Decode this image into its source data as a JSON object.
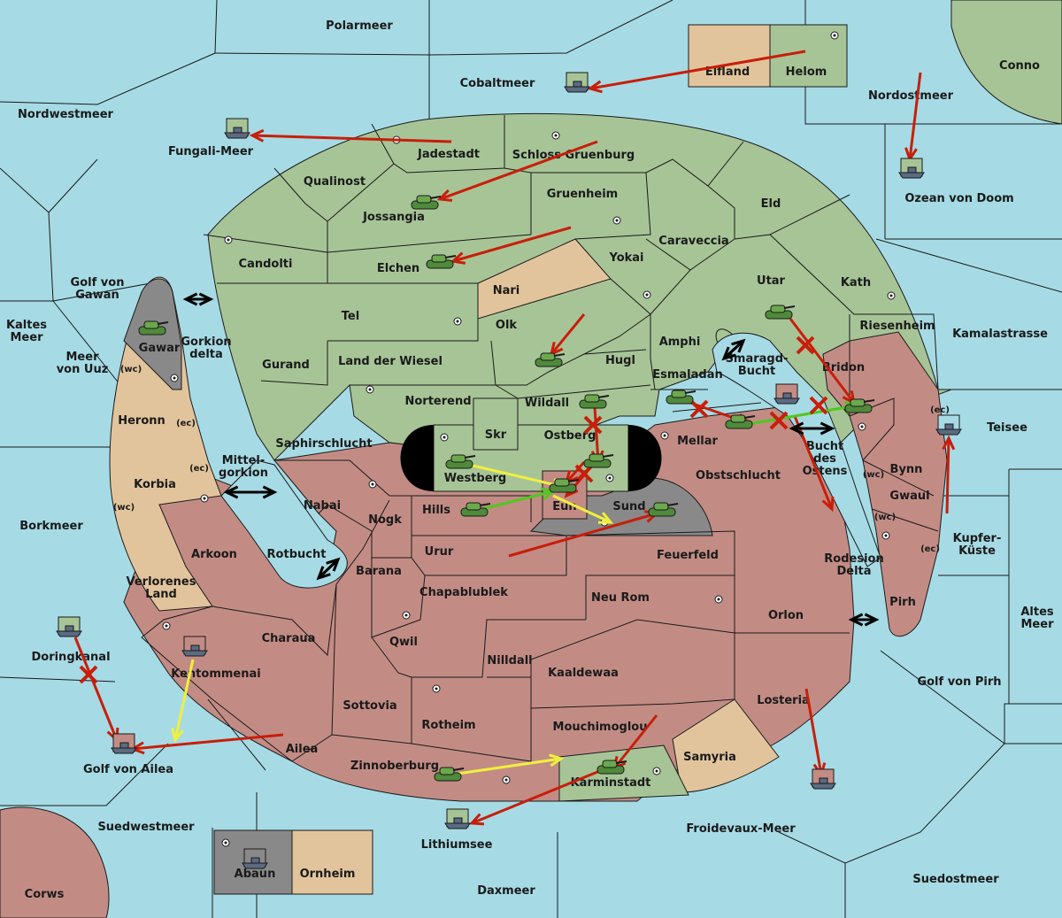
{
  "colors": {
    "sea": "#a6dbe5",
    "green_power": "#a7c497",
    "red_power": "#c28c85",
    "neutral": "#e2c49c",
    "grey_power": "#898989",
    "border": "#1a1a1a",
    "supply_center": "#ffffff",
    "order_move": "#c81e0a",
    "order_support": "#f0f03c",
    "order_convoy": "#50c81e"
  },
  "unit_types": {
    "army": "tank-icon",
    "fleet": "ship-icon"
  },
  "seas": [
    {
      "id": "polarmeer",
      "name": "Polarmeer"
    },
    {
      "id": "cobaltmeer",
      "name": "Cobaltmeer"
    },
    {
      "id": "nordwestmeer",
      "name": "Nordwestmeer"
    },
    {
      "id": "fungali",
      "name": "Fungali-Meer"
    },
    {
      "id": "conno",
      "name": "Conno"
    },
    {
      "id": "nordostmeer",
      "name": "Nordostmeer"
    },
    {
      "id": "ozean",
      "name": "Ozean von Doom"
    },
    {
      "id": "golf-gawan-1",
      "name": "Golf von"
    },
    {
      "id": "golf-gawan-2",
      "name": "Gawan"
    },
    {
      "id": "kaltes-1",
      "name": "Kaltes"
    },
    {
      "id": "kaltes-2",
      "name": "Meer"
    },
    {
      "id": "uuz-1",
      "name": "Meer"
    },
    {
      "id": "uuz-2",
      "name": "von Uuz"
    },
    {
      "id": "gorkion-1",
      "name": "Gorkion"
    },
    {
      "id": "gorkion-2",
      "name": "delta"
    },
    {
      "id": "mittel-1",
      "name": "Mittel-"
    },
    {
      "id": "mittel-2",
      "name": "gorkion"
    },
    {
      "id": "borkmeer",
      "name": "Borkmeer"
    },
    {
      "id": "rotbucht",
      "name": "Rotbucht"
    },
    {
      "id": "doringkanal",
      "name": "Doringkanal"
    },
    {
      "id": "golf-ailea",
      "name": "Golf von Ailea"
    },
    {
      "id": "suedwestmeer",
      "name": "Suedwestmeer"
    },
    {
      "id": "lithiumsee",
      "name": "Lithiumsee"
    },
    {
      "id": "daxmeer",
      "name": "Daxmeer"
    },
    {
      "id": "froidevaux",
      "name": "Froidevaux-Meer"
    },
    {
      "id": "suedostmeer",
      "name": "Suedostmeer"
    },
    {
      "id": "kamalastrasse",
      "name": "Kamalastrasse"
    },
    {
      "id": "teisee",
      "name": "Teisee"
    },
    {
      "id": "kupfer-1",
      "name": "Kupfer-"
    },
    {
      "id": "kupfer-2",
      "name": "Küste"
    },
    {
      "id": "altes-1",
      "name": "Altes"
    },
    {
      "id": "altes-2",
      "name": "Meer"
    },
    {
      "id": "golf-pirh",
      "name": "Golf von Pirh"
    },
    {
      "id": "rodesion-1",
      "name": "Rodesion"
    },
    {
      "id": "rodesion-2",
      "name": "Delta"
    },
    {
      "id": "smaragd-1",
      "name": "Smaragd-"
    },
    {
      "id": "smaragd-2",
      "name": "Bucht"
    },
    {
      "id": "bucht-1",
      "name": "Bucht"
    },
    {
      "id": "bucht-2",
      "name": "des"
    },
    {
      "id": "bucht-3",
      "name": "Ostens"
    }
  ],
  "territories": [
    {
      "id": "elfland",
      "name": "Elfland"
    },
    {
      "id": "helom",
      "name": "Helom"
    },
    {
      "id": "jadestadt",
      "name": "Jadestadt"
    },
    {
      "id": "schloss",
      "name": "Schloss Gruenburg"
    },
    {
      "id": "qualinost",
      "name": "Qualinost"
    },
    {
      "id": "jossangia",
      "name": "Jossangia"
    },
    {
      "id": "gruenheim",
      "name": "Gruenheim"
    },
    {
      "id": "eld",
      "name": "Eld"
    },
    {
      "id": "caraveccia",
      "name": "Caraveccia"
    },
    {
      "id": "candolti",
      "name": "Candolti"
    },
    {
      "id": "elchen",
      "name": "Elchen"
    },
    {
      "id": "yokai",
      "name": "Yokai"
    },
    {
      "id": "nari",
      "name": "Nari"
    },
    {
      "id": "utar",
      "name": "Utar"
    },
    {
      "id": "kath",
      "name": "Kath"
    },
    {
      "id": "tel",
      "name": "Tel"
    },
    {
      "id": "olk",
      "name": "Olk"
    },
    {
      "id": "riesenheim",
      "name": "Riesenheim"
    },
    {
      "id": "gawar",
      "name": "Gawar"
    },
    {
      "id": "amphi",
      "name": "Amphi"
    },
    {
      "id": "gurand",
      "name": "Gurand"
    },
    {
      "id": "wiesel",
      "name": "Land der Wiesel"
    },
    {
      "id": "hugl",
      "name": "Hugl"
    },
    {
      "id": "bridon",
      "name": "Bridon"
    },
    {
      "id": "esmaladan",
      "name": "Esmaladan"
    },
    {
      "id": "heronn",
      "name": "Heronn"
    },
    {
      "id": "norterend",
      "name": "Norterend"
    },
    {
      "id": "wildall",
      "name": "Wildall"
    },
    {
      "id": "skr",
      "name": "Skr"
    },
    {
      "id": "ostberg",
      "name": "Ostberg"
    },
    {
      "id": "mellar",
      "name": "Mellar"
    },
    {
      "id": "saphir",
      "name": "Saphirschlucht"
    },
    {
      "id": "westberg",
      "name": "Westberg"
    },
    {
      "id": "obstschlucht",
      "name": "Obstschlucht"
    },
    {
      "id": "korbia",
      "name": "Korbia"
    },
    {
      "id": "bynn",
      "name": "Bynn"
    },
    {
      "id": "nabai",
      "name": "Nabai"
    },
    {
      "id": "hills",
      "name": "Hills"
    },
    {
      "id": "eun",
      "name": "Eun"
    },
    {
      "id": "sund",
      "name": "Sund"
    },
    {
      "id": "gwaul",
      "name": "Gwaul"
    },
    {
      "id": "nogk",
      "name": "Nogk"
    },
    {
      "id": "arkoon",
      "name": "Arkoon"
    },
    {
      "id": "urur",
      "name": "Urur"
    },
    {
      "id": "feuerfeld",
      "name": "Feuerfeld"
    },
    {
      "id": "barana",
      "name": "Barana"
    },
    {
      "id": "verlorenes-1",
      "name": "Verlorenes"
    },
    {
      "id": "verlorenes-2",
      "name": "Land"
    },
    {
      "id": "chapab",
      "name": "Chapablublek"
    },
    {
      "id": "neurom",
      "name": "Neu Rom"
    },
    {
      "id": "pirh",
      "name": "Pirh"
    },
    {
      "id": "orlon",
      "name": "Orlon"
    },
    {
      "id": "charaua",
      "name": "Charaua"
    },
    {
      "id": "qwil",
      "name": "Qwil"
    },
    {
      "id": "nilldall",
      "name": "Nilldall"
    },
    {
      "id": "kentommenai",
      "name": "Kentommenai"
    },
    {
      "id": "kaaldewaa",
      "name": "Kaaldewaa"
    },
    {
      "id": "losteria",
      "name": "Losteria"
    },
    {
      "id": "sottovia",
      "name": "Sottovia"
    },
    {
      "id": "rotheim",
      "name": "Rotheim"
    },
    {
      "id": "mouchi",
      "name": "Mouchimoglou"
    },
    {
      "id": "ailea",
      "name": "Ailea"
    },
    {
      "id": "samyria",
      "name": "Samyria"
    },
    {
      "id": "zinnober",
      "name": "Zinnoberburg"
    },
    {
      "id": "karmin",
      "name": "Karminstadt"
    },
    {
      "id": "abaun",
      "name": "Abaun"
    },
    {
      "id": "ornheim",
      "name": "Ornheim"
    },
    {
      "id": "corws",
      "name": "Corws"
    }
  ],
  "coast_tags": [
    {
      "id": "gawar-wc",
      "text": "(wc)"
    },
    {
      "id": "heronn-ec",
      "text": "(ec)"
    },
    {
      "id": "korbia-ec",
      "text": "(ec)"
    },
    {
      "id": "korbia-wc",
      "text": "(wc)"
    },
    {
      "id": "teisee-ec",
      "text": "(ec)"
    },
    {
      "id": "bynn-wc",
      "text": "(wc)"
    },
    {
      "id": "gwaul-wc",
      "text": "(wc)"
    },
    {
      "id": "gwaul-ec",
      "text": "(ec)"
    }
  ]
}
